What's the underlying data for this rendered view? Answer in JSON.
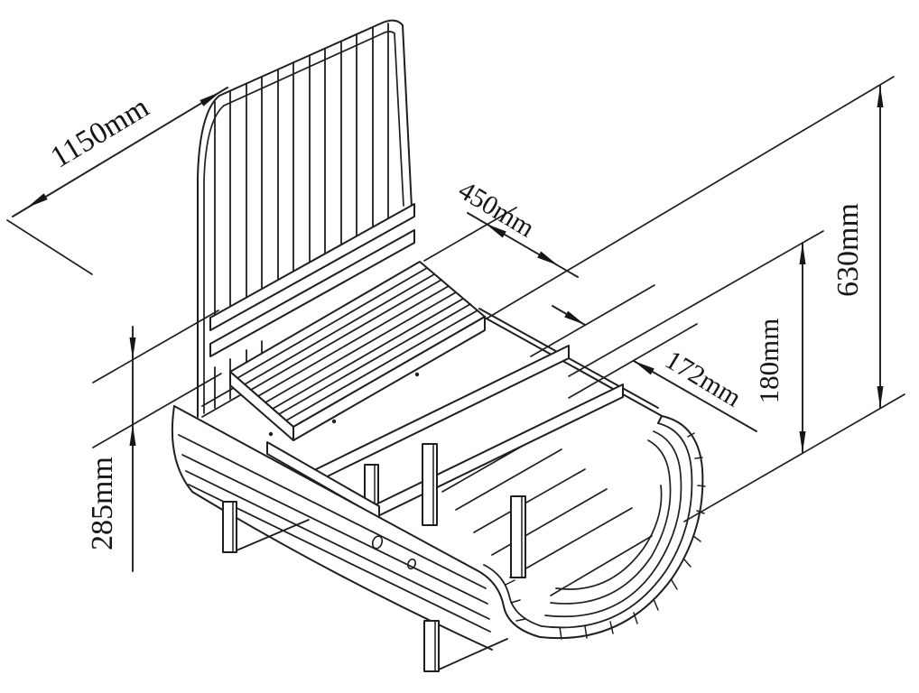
{
  "meta": {
    "description": "Isometric technical drawing of a boat-shaped wooden sandbox with slatted curved backrest panel, bench seat, support beams and curved hull bow",
    "background": "#ffffff",
    "line_color": "#1f1f1f"
  },
  "dimensions": {
    "panel_width": {
      "label": "1150mm",
      "value": 1150,
      "unit": "mm",
      "orientation": "diagonal-along-backrest"
    },
    "seat_depth": {
      "label": "450mm",
      "value": 450,
      "unit": "mm",
      "orientation": "diagonal-along-seat"
    },
    "overall_height": {
      "label": "630mm",
      "value": 630,
      "unit": "mm",
      "orientation": "vertical"
    },
    "wall_height": {
      "label": "180mm",
      "value": 180,
      "unit": "mm",
      "orientation": "vertical"
    },
    "beam_gap": {
      "label": "172mm",
      "value": 172,
      "unit": "mm",
      "orientation": "diagonal"
    },
    "seat_height": {
      "label": "285mm",
      "value": 285,
      "unit": "mm",
      "orientation": "vertical"
    }
  }
}
